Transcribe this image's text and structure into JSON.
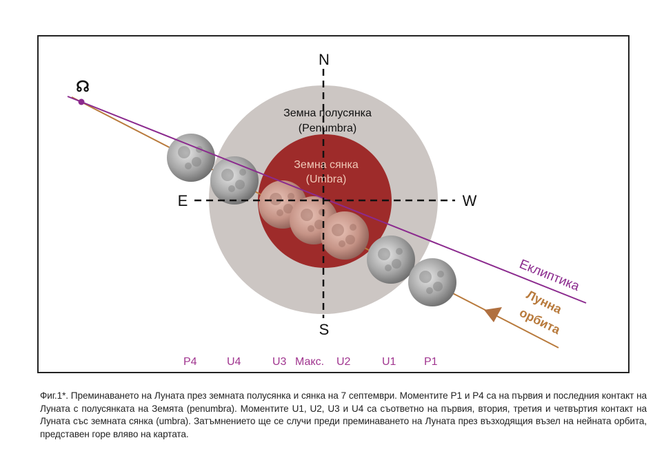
{
  "diagram": {
    "directions": {
      "north": "N",
      "south": "S",
      "east": "E",
      "west": "W"
    },
    "node_symbol": "☊",
    "penumbra_label": [
      "Земна полусянка",
      "(Penumbra)"
    ],
    "umbra_label": [
      "Земна сянка",
      "(Umbra)"
    ],
    "ecliptic_label": "Еклиптика",
    "orbit_label": [
      "Лунна",
      "орбита"
    ],
    "contacts": [
      "P4",
      "U4",
      "U3",
      "Макс.",
      "U2",
      "U1",
      "P1"
    ],
    "colors": {
      "penumbra": "#ccc6c3",
      "umbra": "#9e2b2a",
      "ecliptic": "#8b2a8e",
      "orbit": "#b87a3c",
      "contacts": "#a0358f",
      "umbra_text": "#f0c9b8"
    }
  },
  "caption": "Фиг.1*. Преминаването на Луната през земната полусянка и сянка на 7 септември. Моментите P1 и P4 са на първия и последния контакт на Луната с полусянката на Земята (penumbra). Моментите U1, U2, U3 и U4 са съответно на първия, втория, третия и четвъртия контакт на Луната със земната сянка (umbra). Затъмнението ще се случи преди преминаването на Луната през възходящия възел на нейната орбита, представен горе вляво на картата."
}
